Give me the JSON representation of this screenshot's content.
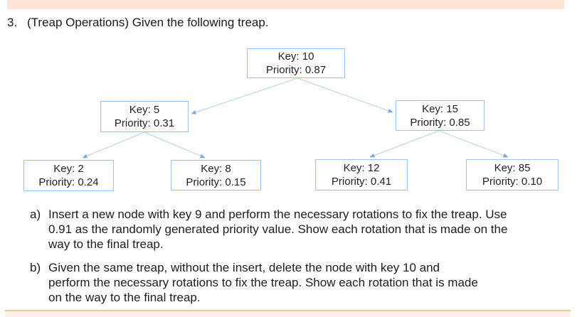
{
  "header": {
    "number": "3.",
    "title": "(Treap Operations) Given the following treap."
  },
  "treap": {
    "nodes": [
      {
        "id": "key-10",
        "key_label": "Key: 10",
        "priority_label": "Priority: 0.87"
      },
      {
        "id": "key-5",
        "key_label": "Key: 5",
        "priority_label": "Priority: 0.31"
      },
      {
        "id": "key-15",
        "key_label": "Key: 15",
        "priority_label": "Priority: 0.85"
      },
      {
        "id": "key-2",
        "key_label": "Key: 2",
        "priority_label": "Priority: 0.24"
      },
      {
        "id": "key-8",
        "key_label": "Key: 8",
        "priority_label": "Priority: 0.15"
      },
      {
        "id": "key-12",
        "key_label": "Key: 12",
        "priority_label": "Priority: 0.41"
      },
      {
        "id": "key-85",
        "key_label": "Key: 85",
        "priority_label": "Priority: 0.10"
      }
    ],
    "edges": [
      {
        "from": "key-10",
        "to": "key-5"
      },
      {
        "from": "key-10",
        "to": "key-15"
      },
      {
        "from": "key-5",
        "to": "key-2"
      },
      {
        "from": "key-5",
        "to": "key-8"
      },
      {
        "from": "key-15",
        "to": "key-12"
      },
      {
        "from": "key-15",
        "to": "key-85"
      }
    ]
  },
  "questions": [
    {
      "label": "a)",
      "lines": [
        "Insert a new node with key 9 and perform the necessary rotations to fix the treap. Use",
        "0.91 as the randomly generated priority value. Show each rotation that is made on the",
        "way to the final treap."
      ]
    },
    {
      "label": "b)",
      "lines": [
        "Given the same treap, without the insert, delete the node with key 10 and",
        "perform the necessary rotations to fix the treap. Show each rotation that is made",
        "on the way to the final treap."
      ]
    }
  ],
  "colors": {
    "accent_bar": "#fbe5d6",
    "bottom_bar_fill": "#fdf0e4",
    "bottom_bar_border": "#e7c9a4",
    "node_border": "#9dc3e6",
    "edge_line": "#b9d0e8",
    "arrowhead": "#7da7d7",
    "text": "#1c1c1c"
  }
}
